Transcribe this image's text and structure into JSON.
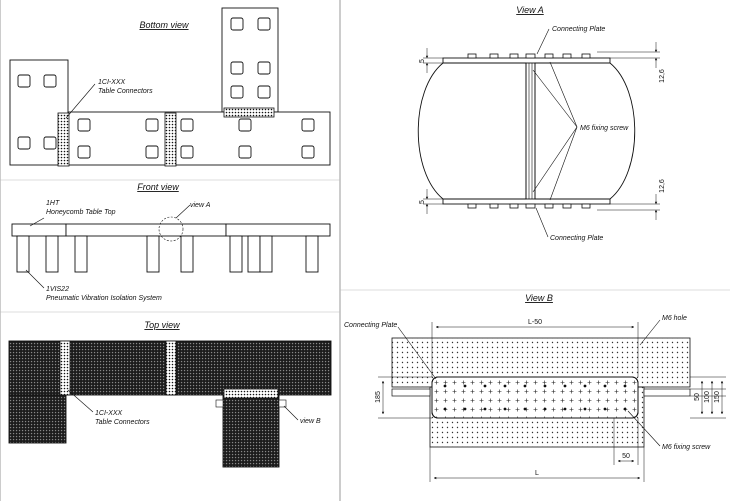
{
  "views": {
    "bottom": {
      "title": "Bottom view",
      "connector_code": "1CI-XXX",
      "connector_name": "Table Connectors"
    },
    "front": {
      "title": "Front view",
      "table_code": "1HT",
      "table_name": "Honeycomb Table Top",
      "iso_code": "1VIS22",
      "iso_name": "Pneumatic Vibration Isolation System",
      "view_ref": "view A"
    },
    "top": {
      "title": "Top view",
      "connector_code": "1CI-XXX",
      "connector_name": "Table Connectors",
      "view_ref": "view B"
    },
    "view_a": {
      "title": "View A",
      "plate_top": "Connecting Plate",
      "plate_bottom": "Connecting Plate",
      "screw": "M6 fixing screw",
      "dim_5_top": "5",
      "dim_126_top": "12,6",
      "dim_5_bot": "5",
      "dim_126_bot": "12,6"
    },
    "view_b": {
      "title": "View B",
      "plate": "Connecting Plate",
      "hole": "M6 hole",
      "screw": "M6 fixing screw",
      "dim_l50": "L-50",
      "dim_l": "L",
      "dim_185": "185",
      "dim_50_v": "50",
      "dim_100": "100",
      "dim_150": "150",
      "dim_50_h": "50"
    }
  },
  "colors": {
    "line": "#111111",
    "hatch": "#333333",
    "panel_gray": "#e6e6e6",
    "grid_dark": "#1a1a1a"
  }
}
